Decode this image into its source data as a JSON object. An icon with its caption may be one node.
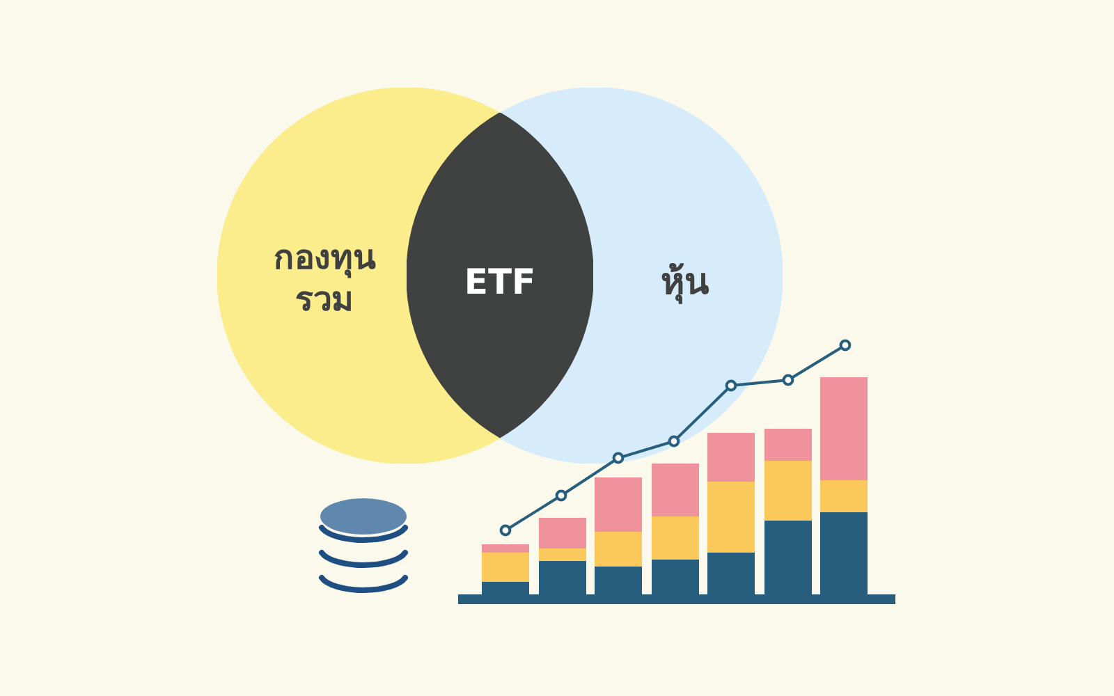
{
  "diagram": {
    "nodes": [
      {
        "text": [
          "กองทุนรวม"
        ]
      },
      {
        "text": [
          "หุ้น"
        ]
      },
      {
        "text": [
          "ETF"
        ]
      }
    ]
  }
}
